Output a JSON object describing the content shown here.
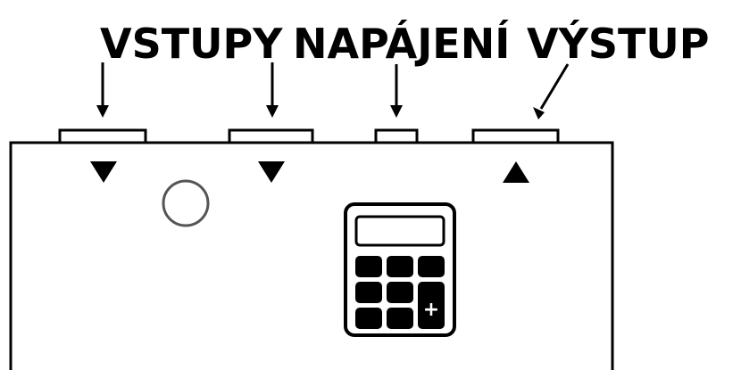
{
  "labels": {
    "inputs": "VSTUPY",
    "power": "NAPÁJENÍ",
    "output": "VÝSTUP"
  },
  "calculator_icon": {
    "icon": "calculator-icon",
    "plus_symbol": "+"
  },
  "colors": {
    "ink": "#000000",
    "background": "#ffffff",
    "indicator_ring": "#555555"
  }
}
